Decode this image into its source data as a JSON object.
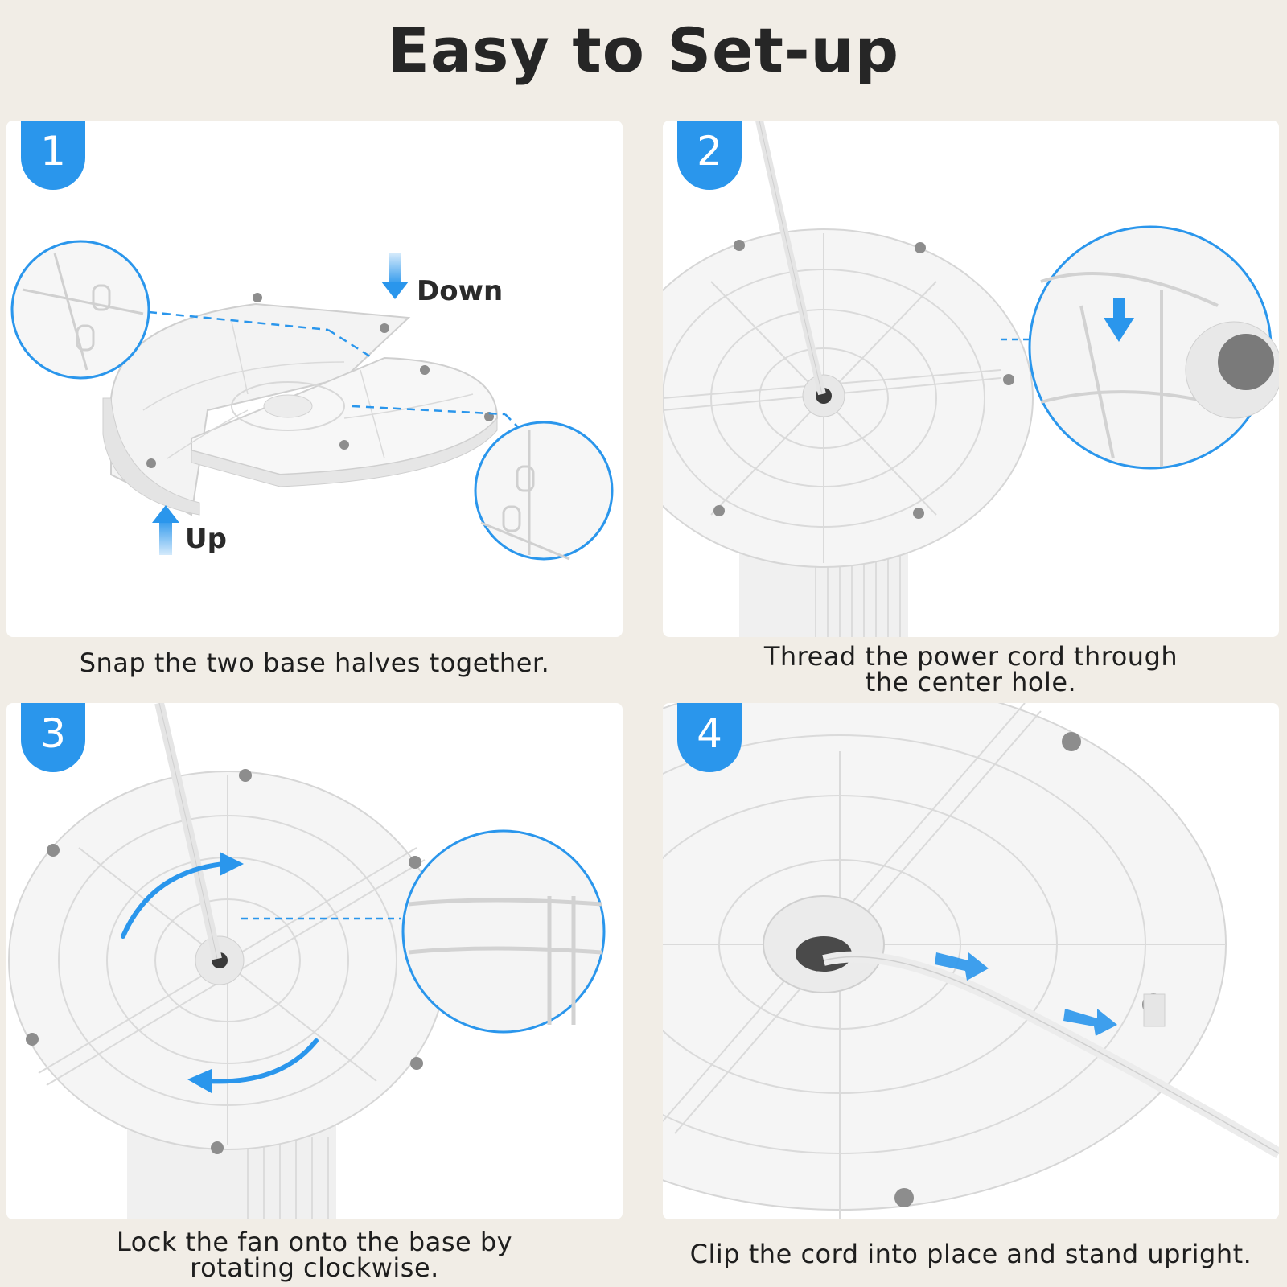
{
  "title": "Easy to Set-up",
  "accent_color": "#2a96ec",
  "steps": [
    {
      "number": "1",
      "caption": "Snap the two base halves together.",
      "labels": {
        "down": "Down",
        "up": "Up"
      }
    },
    {
      "number": "2",
      "caption_lines": [
        "Thread the power cord through",
        "the center hole."
      ]
    },
    {
      "number": "3",
      "caption_lines": [
        "Lock the fan onto the base by",
        "rotating clockwise."
      ]
    },
    {
      "number": "4",
      "caption": "Clip the cord into place and stand upright."
    }
  ]
}
